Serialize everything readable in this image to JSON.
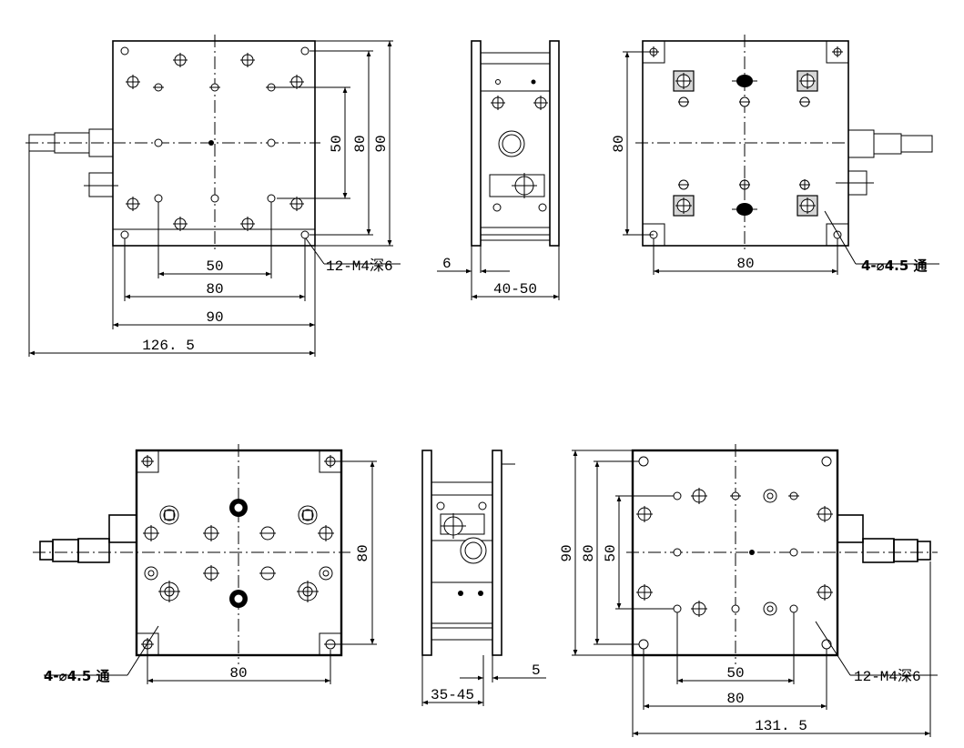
{
  "top_front": {
    "dims": {
      "d50_h": "50",
      "d80_h": "80",
      "d90_h": "90",
      "d126": "126. 5",
      "d50_v": "50",
      "d80_v": "80",
      "d90_v": "90"
    },
    "hole_note": "12-M4深6"
  },
  "top_side": {
    "dims": {
      "d6": "6",
      "d40_50": "40-50"
    }
  },
  "top_back": {
    "dims": {
      "d80_h": "80",
      "d80_v": "80"
    },
    "hole_note": "4-⌀4.5 通"
  },
  "bottom_left": {
    "dims": {
      "d80_h": "80",
      "d80_v": "80"
    },
    "hole_note": "4-⌀4.5 通"
  },
  "bottom_side": {
    "dims": {
      "d5": "5",
      "d35_45": "35-45"
    }
  },
  "bottom_right": {
    "dims": {
      "d50_h": "50",
      "d80_h": "80",
      "d131": "131. 5",
      "d90_v": "90",
      "d80_v": "80",
      "d50_v": "50"
    },
    "hole_note": "12-M4深6"
  }
}
